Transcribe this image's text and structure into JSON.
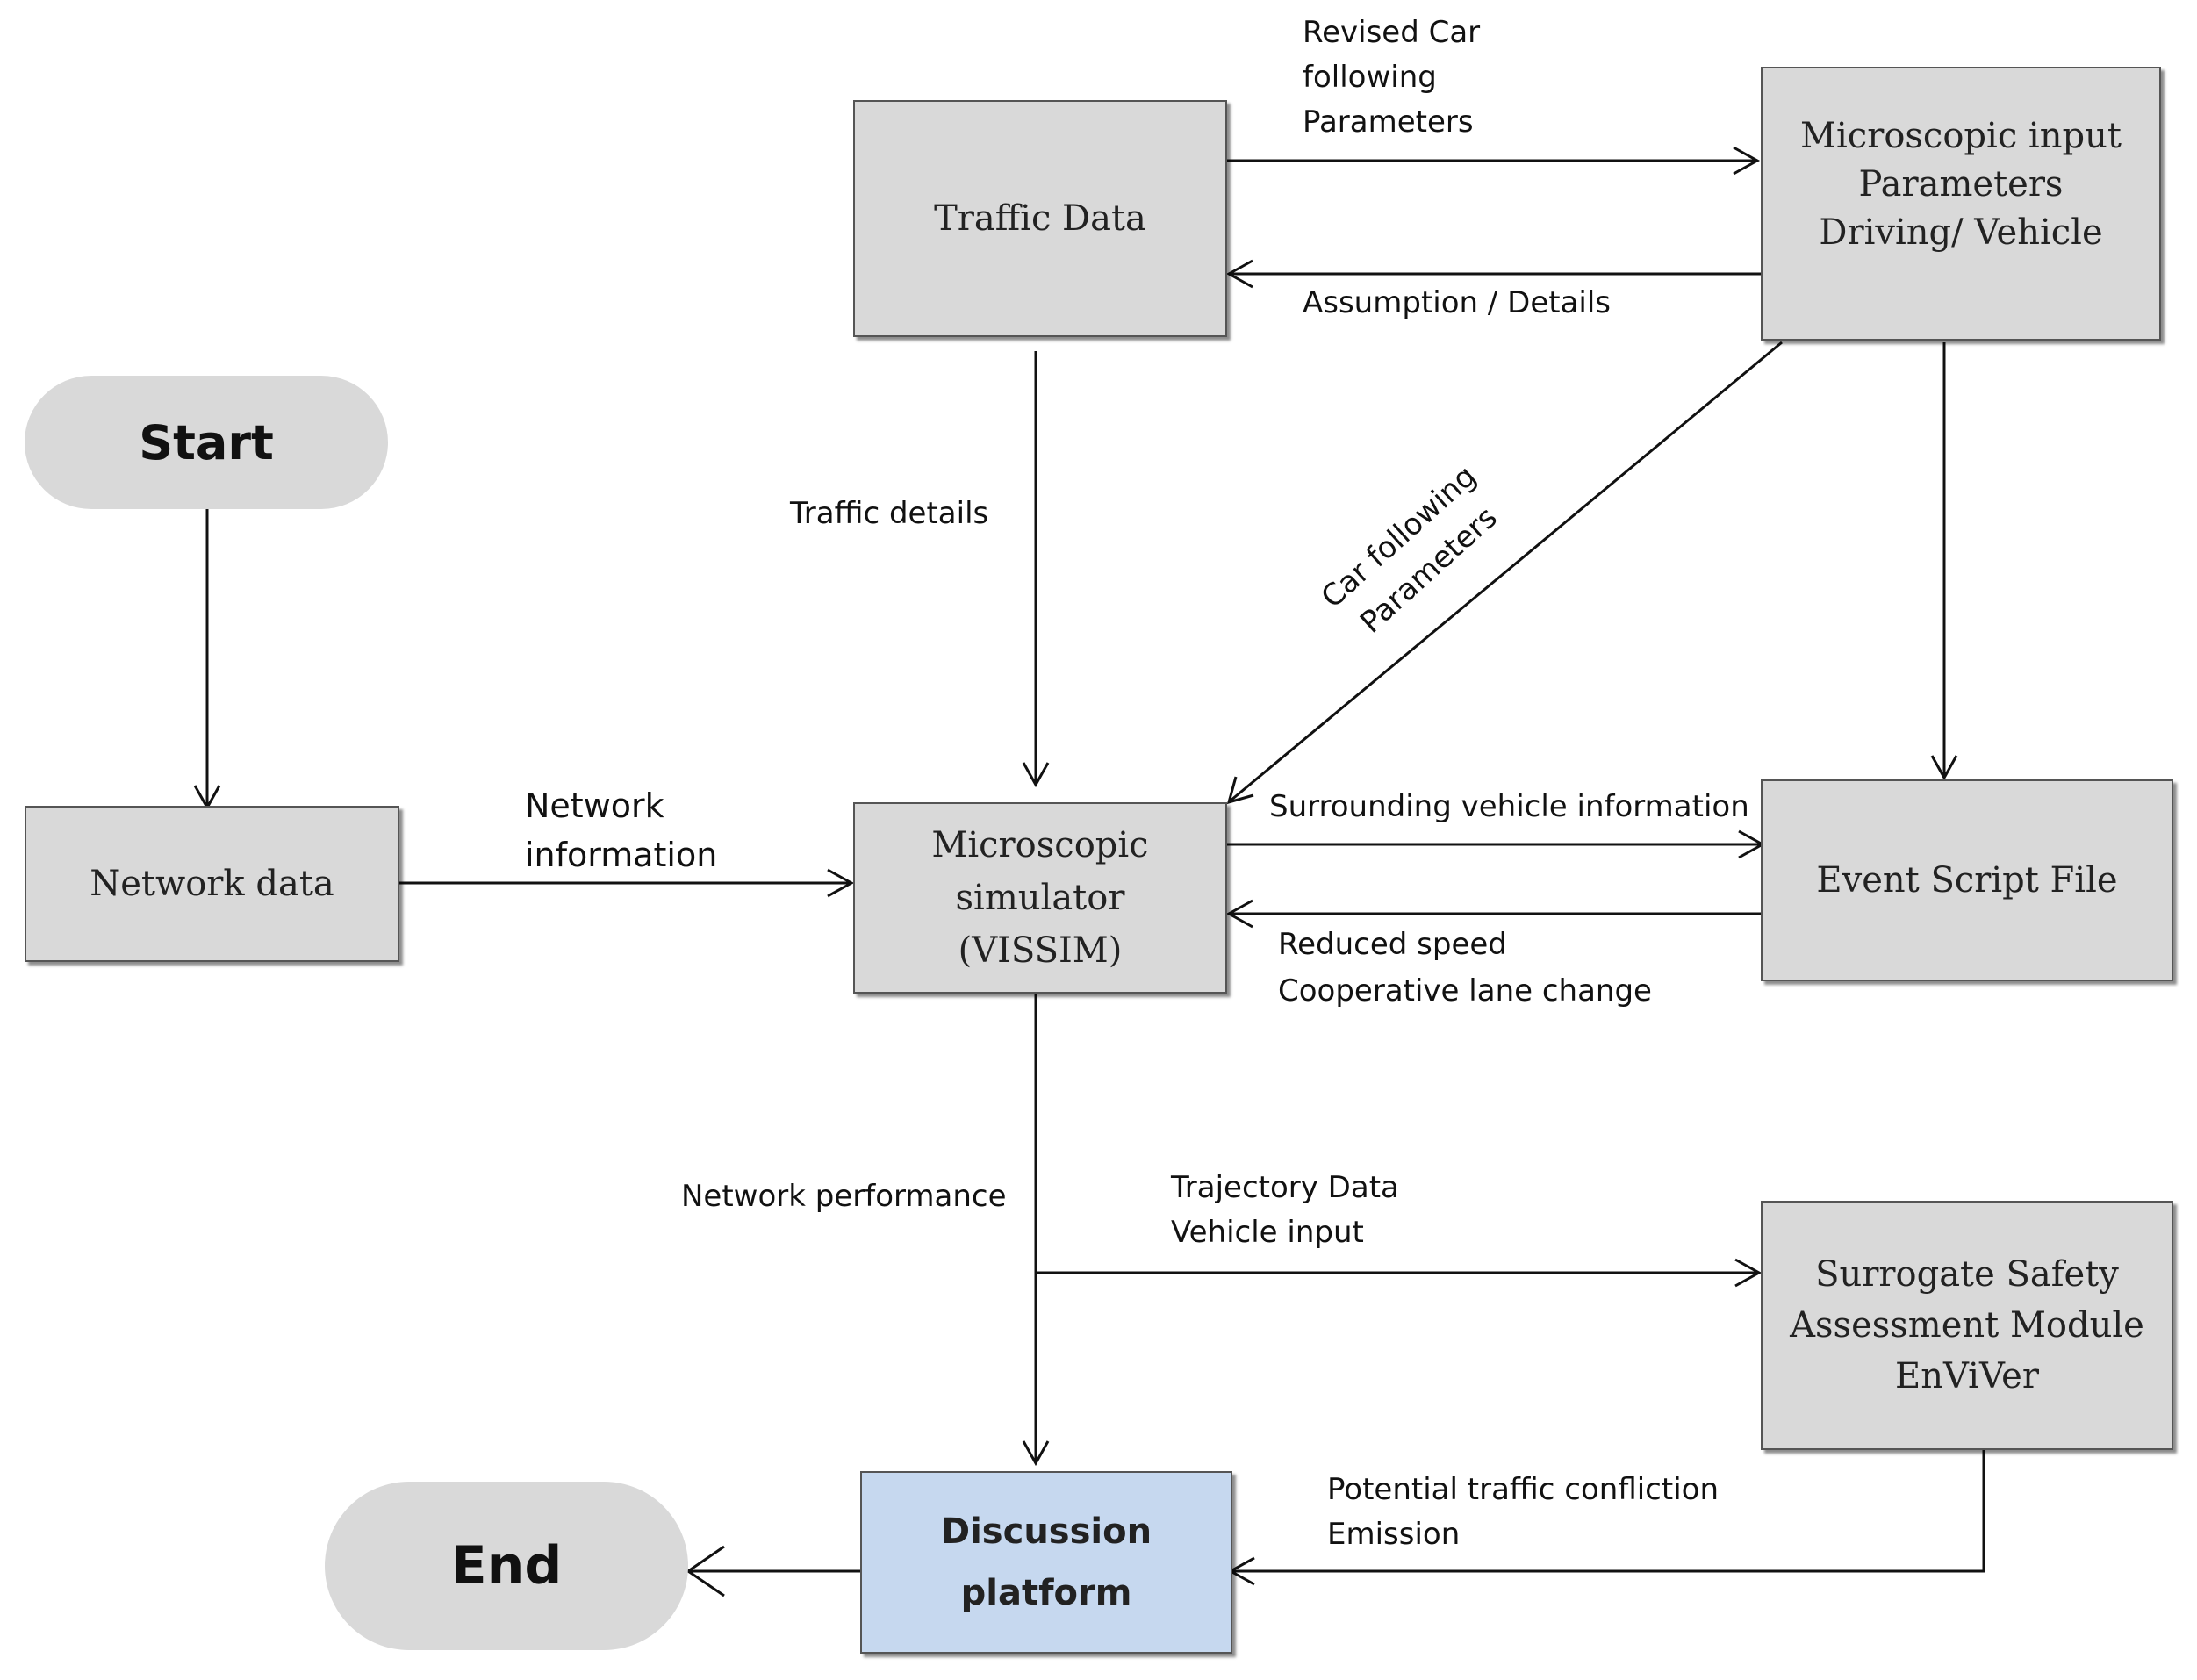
{
  "nodes": {
    "start": "Start",
    "end": "End",
    "traffic_data": "Traffic Data",
    "microscopic_input": [
      "Microscopic input",
      "Parameters",
      "Driving/ Vehicle"
    ],
    "network_data": "Network data",
    "simulator": [
      "Microscopic",
      "simulator",
      "(VISSIM)"
    ],
    "event_script": "Event Script File",
    "surrogate": [
      "Surrogate Safety",
      "Assessment Module",
      "",
      "EnViVer"
    ],
    "discussion": [
      "Discussion",
      "platform"
    ]
  },
  "edge_labels": {
    "revised_car": [
      "Revised Car",
      "following",
      "Parameters"
    ],
    "assumption": "Assumption / Details",
    "traffic_details": "Traffic details",
    "car_following": [
      "Car following",
      "Parameters"
    ],
    "network_info": [
      "Network",
      "information"
    ],
    "surrounding": "Surrounding vehicle information",
    "reduced": [
      "Reduced speed",
      "Cooperative lane change"
    ],
    "network_performance": "Network performance",
    "trajectory": [
      "Trajectory Data",
      "Vehicle input"
    ],
    "potential": [
      "Potential traffic confliction",
      "Emission"
    ]
  },
  "colors": {
    "node_fill": "#d9d9d9",
    "discussion_fill": "#c6d8ef",
    "line": "#111111"
  }
}
